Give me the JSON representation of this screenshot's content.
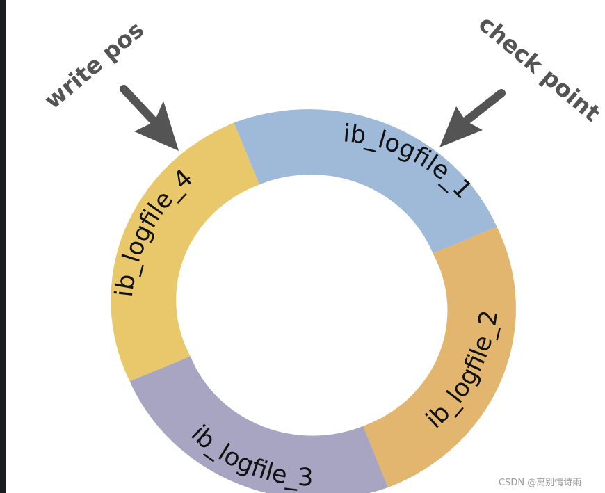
{
  "segments": [
    {
      "id": "seg1",
      "label": "ib_logfile_1",
      "color": "#9fb9d8"
    },
    {
      "id": "seg2",
      "label": "ib_logfile_2",
      "color": "#e2b66f"
    },
    {
      "id": "seg3",
      "label": "ib_logfile_3",
      "color": "#a7a5c2"
    },
    {
      "id": "seg4",
      "label": "ib_logfile_4",
      "color": "#e8c86a"
    }
  ],
  "pointers": {
    "write_pos": {
      "label": "write pos",
      "color": "#545454"
    },
    "checkpoint": {
      "label": "check point",
      "color": "#545454"
    }
  },
  "watermark": "CSDN @离别情诗雨"
}
